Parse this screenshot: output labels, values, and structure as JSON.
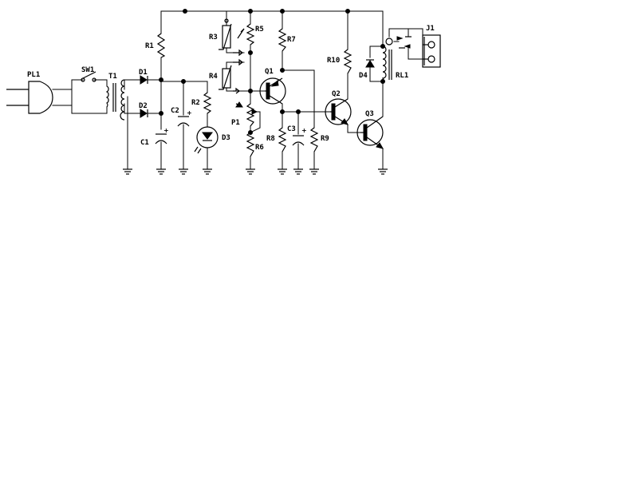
{
  "labels": {
    "pl1": "PL1",
    "sw1": "SW1",
    "t1": "T1",
    "d1": "D1",
    "d2": "D2",
    "r1": "R1",
    "c1": "C1",
    "c2": "C2",
    "r2": "R2",
    "d3": "D3",
    "r3": "R3",
    "r4": "R4",
    "r5": "R5",
    "p1": "P1",
    "r6": "R6",
    "r7": "R7",
    "q1": "Q1",
    "r8": "R8",
    "c3": "C3",
    "r9": "R9",
    "r10": "R10",
    "q2": "Q2",
    "q3": "Q3",
    "d4": "D4",
    "rl1": "RL1",
    "j1": "J1"
  },
  "polarity_mark": "+"
}
